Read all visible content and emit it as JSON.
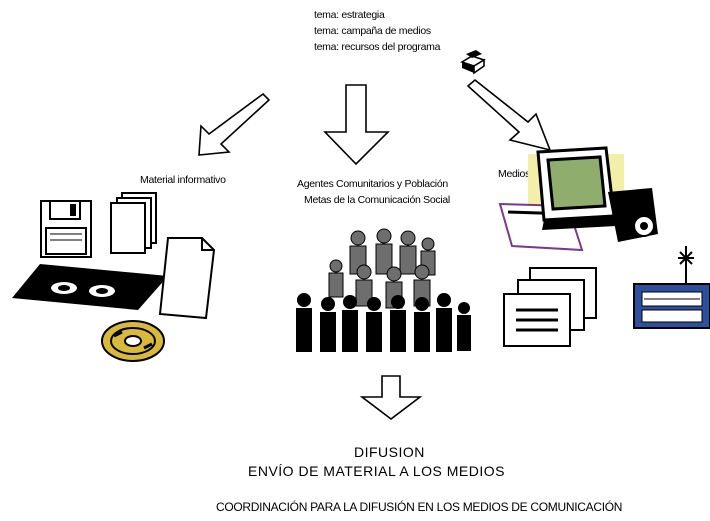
{
  "top_notes": {
    "line1": "tema: estrategia",
    "line2": "tema: campaña de medios",
    "line3": "tema: recursos del programa"
  },
  "groups": {
    "left_label": "Material informativo",
    "center_label_1": "Agentes Comunitarios y Población",
    "center_label_2": "Metas de la Comunicación Social",
    "right_label": "Medios de Comunicación"
  },
  "bottom": {
    "title": "DIFUSION",
    "subtitle": "ENVÍO DE MATERIAL A LOS MEDIOS",
    "note": "COORDINACIÓN PARA LA DIFUSIÓN EN LOS MEDIOS DE COMUNICACIÓN"
  },
  "colors": {
    "stroke": "#000000",
    "monitor_screen": "#8fae6e",
    "monitor_bg": "#f4efa8",
    "cd_gold": "#d9b93a",
    "radio_blue": "#2c4f9e",
    "paper_purple": "#7a3a8a"
  }
}
